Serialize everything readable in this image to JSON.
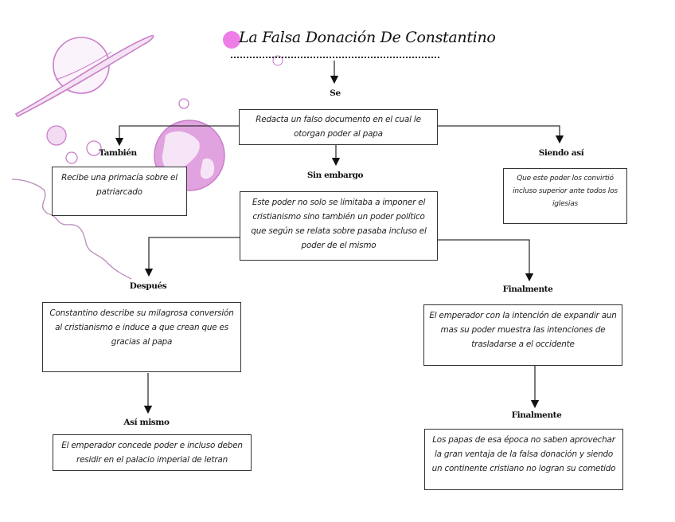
{
  "title": {
    "text": "La Falsa Donación De Constantino",
    "accent_color": "#ef7de8"
  },
  "decoration": {
    "theme": "space-doodles",
    "color": "#c97fc9",
    "elements": [
      "saturn-planet",
      "small-asteroids",
      "globe-earth",
      "coastline-squiggle"
    ]
  },
  "nodes": [
    {
      "id": "root",
      "connector": "Se",
      "text": "Redacta un falso documento en el cual le otorgan poder al papa"
    },
    {
      "id": "tambien",
      "connector": "También",
      "text": "Recibe una primacía sobre el patriarcado"
    },
    {
      "id": "siendo",
      "connector": "Siendo así",
      "text": "Que este poder los convirtió incluso superior ante todos los iglesias"
    },
    {
      "id": "sinembargo",
      "connector": "Sin embargo",
      "text": "Este poder no solo se limitaba a imponer el cristianismo sino también un poder político que según se relata sobre pasaba incluso el poder de el mismo"
    },
    {
      "id": "despues",
      "connector": "Después",
      "text": "Constantino describe su milagrosa conversión al cristianismo e induce a que crean que es gracias al papa"
    },
    {
      "id": "asimismo",
      "connector": "Así mismo",
      "text": "El emperador concede poder e incluso deben residir en el palacio imperial de letran"
    },
    {
      "id": "finalmente1",
      "connector": "Finalmente",
      "text": "El emperador con la intención de expandir aun mas su poder muestra las intenciones de trasladarse a el occidente"
    },
    {
      "id": "finalmente2",
      "connector": "Finalmente",
      "text": "Los papas de esa época no saben aprovechar la gran ventaja de la falsa donación y siendo un continente cristiano no logran su cometido"
    }
  ],
  "edges": [
    {
      "from": "title",
      "to": "root"
    },
    {
      "from": "root",
      "to": "tambien"
    },
    {
      "from": "root",
      "to": "siendo"
    },
    {
      "from": "root",
      "to": "sinembargo"
    },
    {
      "from": "sinembargo",
      "to": "despues"
    },
    {
      "from": "sinembargo",
      "to": "finalmente1"
    },
    {
      "from": "despues",
      "to": "asimismo"
    },
    {
      "from": "finalmente1",
      "to": "finalmente2"
    }
  ]
}
